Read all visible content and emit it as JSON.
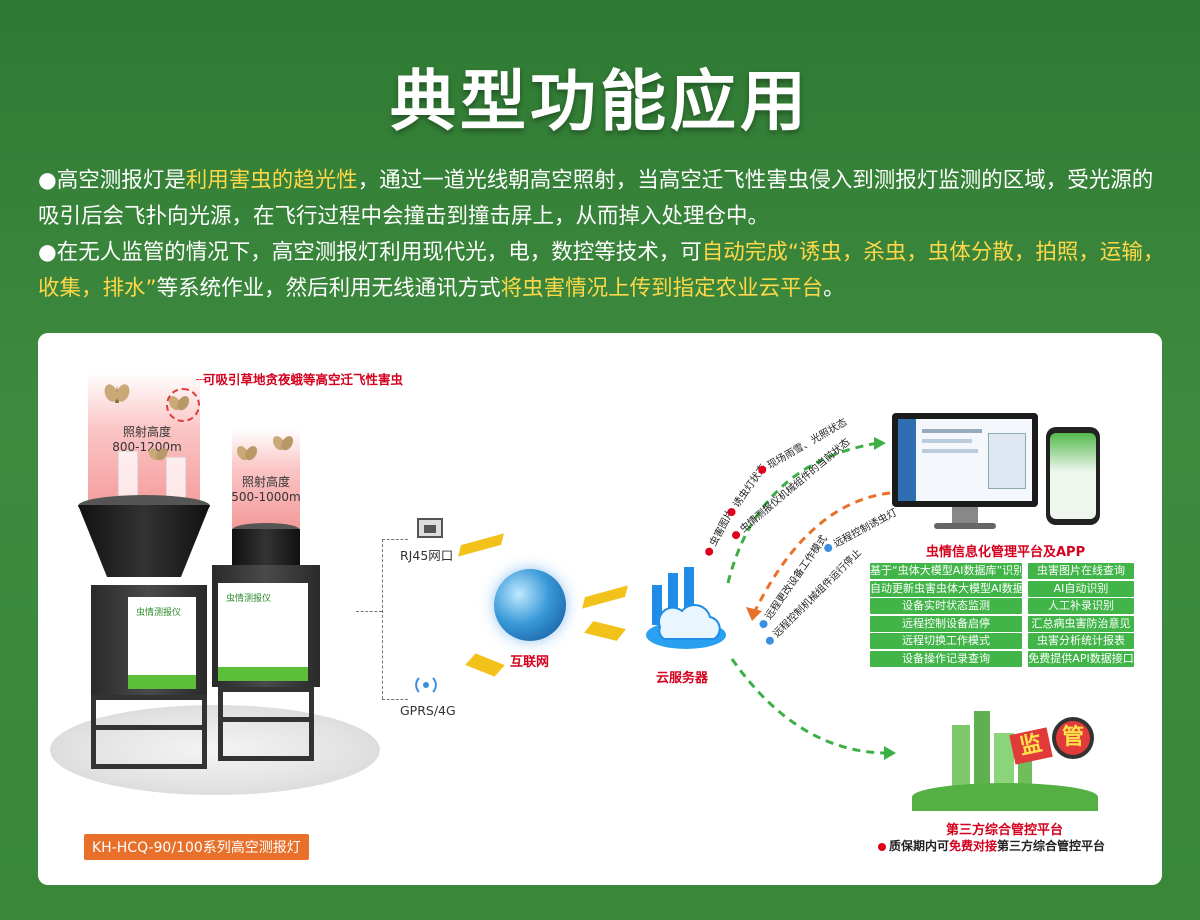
{
  "title": "典型功能应用",
  "intro": {
    "p1_a": "●高空测报灯是",
    "p1_hl": "利用害虫的趋光性",
    "p1_b": "，通过一道光线朝高空照射，当高空迁飞性害虫侵入到测报灯监测的区域，受光源的吸引后会飞扑向光源，在飞行过程中会撞击到撞击屏上，从而掉入处理仓中。",
    "p2_a": "●在无人监管的情况下，高空测报灯利用现代光，电，数控等技术，可",
    "p2_hl1": "自动完成“诱虫，杀虫，虫体分散，拍照，运输，收集，排水”",
    "p2_b": "等系统作业，然后利用无线通讯方式",
    "p2_hl2": "将虫害情况上传到指定农业云平台",
    "p2_c": "。"
  },
  "device": {
    "attract_label": "可吸引草地贪夜蛾等高空迁飞性害虫",
    "height_left_label": "照射高度",
    "height_left_value": "800-1200m",
    "height_right_label": "照射高度",
    "height_right_value": "500-1000m",
    "door_label": "虫情测报仪",
    "product_tag": "KH-HCQ-90/100系列高空测报灯"
  },
  "network": {
    "rj45": "RJ45网口",
    "gprs": "GPRS/4G",
    "internet": "互联网",
    "cloud_server": "云服务器"
  },
  "upload_items": [
    "虫害图片",
    "诱虫灯状态",
    "现场雨雪、光照状态",
    "虫情测报仪机械组件的当前状态"
  ],
  "control_items": [
    "远程控制诱虫灯",
    "远程更改设备工作模式",
    "远程控制机械组件运行停止"
  ],
  "platform": {
    "title": "虫情信息化管理平台及APP",
    "features_left": [
      "基于“虫体大模型AI数据库”识别",
      "自动更新虫害虫体大模型AI数据库",
      "设备实时状态监测",
      "远程控制设备启停",
      "远程切换工作模式",
      "设备操作记录查询"
    ],
    "features_right": [
      "虫害图片在线查询",
      "AI自动识别",
      "人工补录识别",
      "汇总病虫害防治意见",
      "虫害分析统计报表",
      "免费提供API数据接口"
    ]
  },
  "third_party": {
    "title": "第三方综合管控平台",
    "note_a": "质保期内可",
    "note_hl": "免费对接",
    "note_b": "第三方综合管控平台",
    "badge1": "监",
    "badge2": "管"
  },
  "colors": {
    "accent_green": "#42b549",
    "highlight_yellow": "#ffd84a",
    "alert_red": "#d4001d",
    "tag_orange": "#e8702a"
  }
}
